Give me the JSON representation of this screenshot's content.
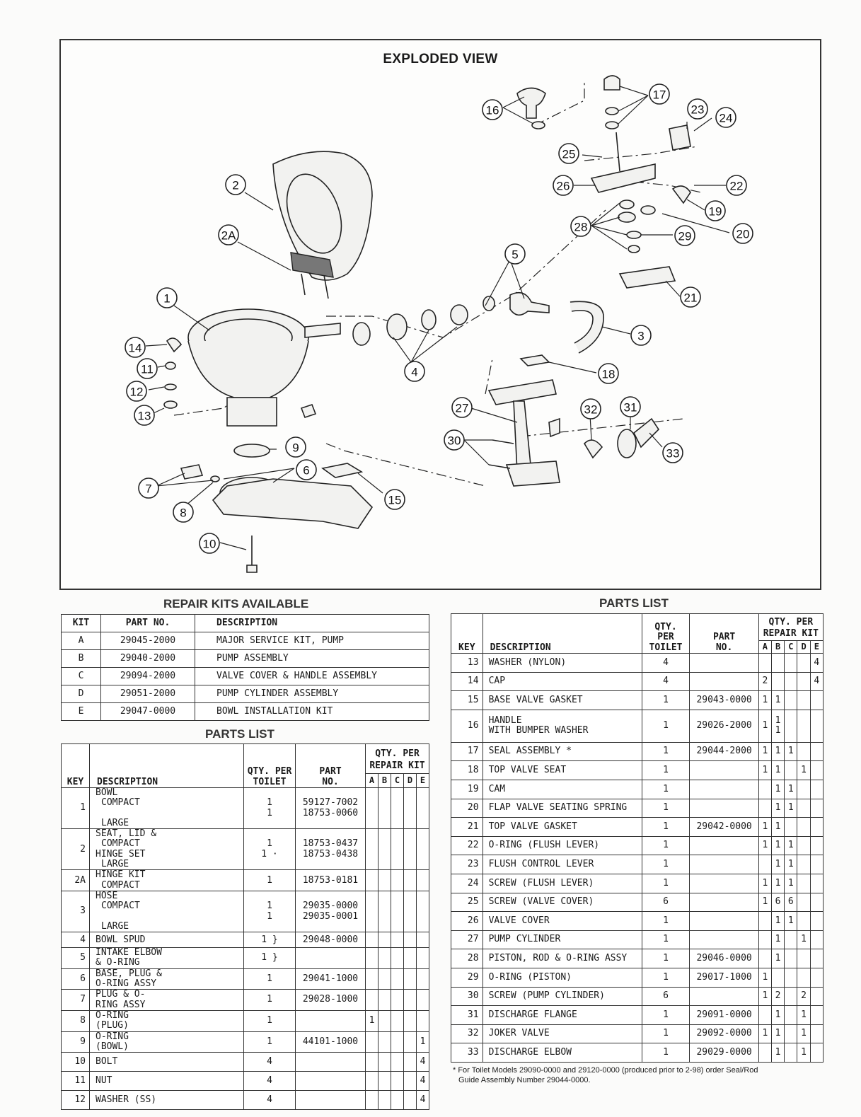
{
  "exploded_view": {
    "title": "EXPLODED VIEW",
    "callouts": [
      "1",
      "2",
      "2A",
      "3",
      "4",
      "5",
      "6",
      "7",
      "8",
      "9",
      "10",
      "11",
      "12",
      "13",
      "14",
      "15",
      "16",
      "17",
      "18",
      "19",
      "20",
      "21",
      "22",
      "23",
      "24",
      "25",
      "26",
      "27",
      "28",
      "29",
      "30",
      "31",
      "32",
      "33"
    ]
  },
  "repair_kits": {
    "title": "REPAIR KITS AVAILABLE",
    "headers": {
      "kit": "KIT",
      "part_no": "PART NO.",
      "description": "DESCRIPTION"
    },
    "rows": [
      {
        "kit": "A",
        "part_no": "29045-2000",
        "description": "MAJOR SERVICE KIT, PUMP"
      },
      {
        "kit": "B",
        "part_no": "29040-2000",
        "description": "PUMP ASSEMBLY"
      },
      {
        "kit": "C",
        "part_no": "29094-2000",
        "description": "VALVE COVER & HANDLE ASSEMBLY"
      },
      {
        "kit": "D",
        "part_no": "29051-2000",
        "description": "PUMP CYLINDER ASSEMBLY"
      },
      {
        "kit": "E",
        "part_no": "29047-0000",
        "description": "BOWL INSTALLATION KIT"
      }
    ]
  },
  "parts_headers": {
    "key": "KEY",
    "description": "DESCRIPTION",
    "qty_per_toilet_1": "QTY. PER",
    "qty_per_toilet_2": "TOILET",
    "part_no_1": "PART",
    "part_no_2": "NO.",
    "qty_kit_1": "QTY. PER",
    "qty_kit_2": "REPAIR KIT",
    "kit_cols": [
      "A",
      "B",
      "C",
      "D",
      "E"
    ]
  },
  "parts_list_left": {
    "title": "PARTS LIST",
    "rows": [
      {
        "key": "1",
        "desc_lines": [
          "BOWL",
          ""
        ],
        "variants": [
          "COMPACT",
          "LARGE"
        ],
        "qty": [
          "1",
          "1"
        ],
        "part": [
          "59127-7002",
          "18753-0060"
        ],
        "kits": [
          "",
          "",
          "",
          "",
          ""
        ]
      },
      {
        "key": "2",
        "desc_lines": [
          "SEAT, LID &",
          "HINGE SET"
        ],
        "variants": [
          "COMPACT",
          "LARGE"
        ],
        "qty": [
          "1",
          "1 ·"
        ],
        "part": [
          "18753-0437",
          "18753-0438"
        ],
        "kits": [
          "",
          "",
          "",
          "",
          ""
        ]
      },
      {
        "key": "2A",
        "desc_lines": [
          "HINGE KIT"
        ],
        "variants": [
          "COMPACT"
        ],
        "qty": [
          "1"
        ],
        "part": [
          "18753-0181"
        ],
        "kits": [
          "",
          "",
          "",
          "",
          ""
        ]
      },
      {
        "key": "3",
        "desc_lines": [
          "HOSE",
          ""
        ],
        "variants": [
          "COMPACT",
          "LARGE"
        ],
        "qty": [
          "1",
          "1"
        ],
        "part": [
          "29035-0000",
          "29035-0001"
        ],
        "kits": [
          "",
          "",
          "",
          "",
          ""
        ]
      },
      {
        "key": "4",
        "desc_lines": [
          "BOWL SPUD"
        ],
        "variants": [
          ""
        ],
        "qty": [
          "1 }"
        ],
        "part": [
          "29048-0000"
        ],
        "kits": [
          "",
          "",
          "",
          "",
          ""
        ]
      },
      {
        "key": "5",
        "desc_lines": [
          "INTAKE ELBOW & O-RING"
        ],
        "variants": [
          ""
        ],
        "qty": [
          "1 }"
        ],
        "part": [
          ""
        ],
        "kits": [
          "",
          "",
          "",
          "",
          ""
        ]
      },
      {
        "key": "6",
        "desc_lines": [
          "BASE, PLUG & O-RING ASSY"
        ],
        "variants": [
          ""
        ],
        "qty": [
          "1"
        ],
        "part": [
          "29041-1000"
        ],
        "kits": [
          "",
          "",
          "",
          "",
          ""
        ]
      },
      {
        "key": "7",
        "desc_lines": [
          "PLUG & O-RING ASSY"
        ],
        "variants": [
          ""
        ],
        "qty": [
          "1"
        ],
        "part": [
          "29028-1000"
        ],
        "kits": [
          "",
          "",
          "",
          "",
          ""
        ]
      },
      {
        "key": "8",
        "desc_lines": [
          "O-RING (PLUG)"
        ],
        "variants": [
          ""
        ],
        "qty": [
          "1"
        ],
        "part": [
          ""
        ],
        "kits": [
          "1",
          "",
          "",
          "",
          ""
        ]
      },
      {
        "key": "9",
        "desc_lines": [
          "O-RING (BOWL)"
        ],
        "variants": [
          ""
        ],
        "qty": [
          "1"
        ],
        "part": [
          "44101-1000"
        ],
        "kits": [
          "",
          "",
          "",
          "",
          "1"
        ]
      },
      {
        "key": "10",
        "desc_lines": [
          "BOLT"
        ],
        "variants": [
          ""
        ],
        "qty": [
          "4"
        ],
        "part": [
          ""
        ],
        "kits": [
          "",
          "",
          "",
          "",
          "4"
        ]
      },
      {
        "key": "11",
        "desc_lines": [
          "NUT"
        ],
        "variants": [
          ""
        ],
        "qty": [
          "4"
        ],
        "part": [
          ""
        ],
        "kits": [
          "",
          "",
          "",
          "",
          "4"
        ]
      },
      {
        "key": "12",
        "desc_lines": [
          "WASHER (SS)"
        ],
        "variants": [
          ""
        ],
        "qty": [
          "4"
        ],
        "part": [
          ""
        ],
        "kits": [
          "",
          "",
          "",
          "",
          "4"
        ]
      }
    ]
  },
  "parts_list_right": {
    "title": "PARTS LIST",
    "rows": [
      {
        "key": "13",
        "desc": [
          "WASHER (NYLON)"
        ],
        "qty": "4",
        "part": "",
        "kits": [
          "",
          "",
          "",
          "",
          "4"
        ]
      },
      {
        "key": "14",
        "desc": [
          "CAP"
        ],
        "qty": "4",
        "part": "",
        "kits": [
          "2",
          "",
          "",
          "",
          "4"
        ]
      },
      {
        "key": "15",
        "desc": [
          "BASE VALVE GASKET"
        ],
        "qty": "1",
        "part": "29043-0000",
        "kits": [
          "1",
          "1",
          "",
          "",
          ""
        ]
      },
      {
        "key": "16",
        "desc": [
          "HANDLE",
          "WITH BUMPER WASHER"
        ],
        "qty": "1",
        "part": "29026-2000",
        "kits": [
          "",
          "1",
          "",
          "",
          ""
        ],
        "kits2": [
          "1",
          "1",
          "",
          "",
          ""
        ]
      },
      {
        "key": "17",
        "desc": [
          "SEAL ASSEMBLY *"
        ],
        "qty": "1",
        "part": "29044-2000",
        "kits": [
          "1",
          "1",
          "1",
          "",
          ""
        ]
      },
      {
        "key": "18",
        "desc": [
          "TOP VALVE SEAT"
        ],
        "qty": "1",
        "part": "",
        "kits": [
          "1",
          "1",
          "",
          "1",
          ""
        ]
      },
      {
        "key": "19",
        "desc": [
          "CAM"
        ],
        "qty": "1",
        "part": "",
        "kits": [
          "",
          "1",
          "1",
          "",
          ""
        ]
      },
      {
        "key": "20",
        "desc": [
          "FLAP VALVE SEATING SPRING"
        ],
        "qty": "1",
        "part": "",
        "kits": [
          "",
          "1",
          "1",
          "",
          ""
        ]
      },
      {
        "key": "21",
        "desc": [
          "TOP VALVE GASKET"
        ],
        "qty": "1",
        "part": "29042-0000",
        "kits": [
          "1",
          "1",
          "",
          "",
          ""
        ]
      },
      {
        "key": "22",
        "desc": [
          "O-RING (FLUSH LEVER)"
        ],
        "qty": "1",
        "part": "",
        "kits": [
          "1",
          "1",
          "1",
          "",
          ""
        ]
      },
      {
        "key": "23",
        "desc": [
          "FLUSH CONTROL LEVER"
        ],
        "qty": "1",
        "part": "",
        "kits": [
          "",
          "1",
          "1",
          "",
          ""
        ]
      },
      {
        "key": "24",
        "desc": [
          "SCREW (FLUSH LEVER)"
        ],
        "qty": "1",
        "part": "",
        "kits": [
          "1",
          "1",
          "1",
          "",
          ""
        ]
      },
      {
        "key": "25",
        "desc": [
          "SCREW (VALVE COVER)"
        ],
        "qty": "6",
        "part": "",
        "kits": [
          "1",
          "6",
          "6",
          "",
          ""
        ]
      },
      {
        "key": "26",
        "desc": [
          "VALVE COVER"
        ],
        "qty": "1",
        "part": "",
        "kits": [
          "",
          "1",
          "1",
          "",
          ""
        ]
      },
      {
        "key": "27",
        "desc": [
          "PUMP CYLINDER"
        ],
        "qty": "1",
        "part": "",
        "kits": [
          "",
          "1",
          "",
          "1",
          ""
        ]
      },
      {
        "key": "28",
        "desc": [
          "PISTON, ROD & O-RING ASSY"
        ],
        "qty": "1",
        "part": "29046-0000",
        "kits": [
          "",
          "1",
          "",
          "",
          ""
        ]
      },
      {
        "key": "29",
        "desc": [
          "O-RING (PISTON)"
        ],
        "qty": "1",
        "part": "29017-1000",
        "kits": [
          "1",
          "",
          "",
          "",
          ""
        ]
      },
      {
        "key": "30",
        "desc": [
          "SCREW (PUMP CYLINDER)"
        ],
        "qty": "6",
        "part": "",
        "kits": [
          "1",
          "2",
          "",
          "2",
          ""
        ]
      },
      {
        "key": "31",
        "desc": [
          "DISCHARGE FLANGE"
        ],
        "qty": "1",
        "part": "29091-0000",
        "kits": [
          "",
          "1",
          "",
          "1",
          ""
        ]
      },
      {
        "key": "32",
        "desc": [
          "JOKER VALVE"
        ],
        "qty": "1",
        "part": "29092-0000",
        "kits": [
          "1",
          "1",
          "",
          "1",
          ""
        ]
      },
      {
        "key": "33",
        "desc": [
          "DISCHARGE ELBOW"
        ],
        "qty": "1",
        "part": "29029-0000",
        "kits": [
          "",
          "1",
          "",
          "1",
          ""
        ]
      }
    ]
  },
  "footnote": {
    "line1": "* For Toilet Models 29090-0000 and 29120-0000 (produced prior to 2-98) order Seal/Rod",
    "line2": "Guide Assembly Number 29044-0000."
  }
}
